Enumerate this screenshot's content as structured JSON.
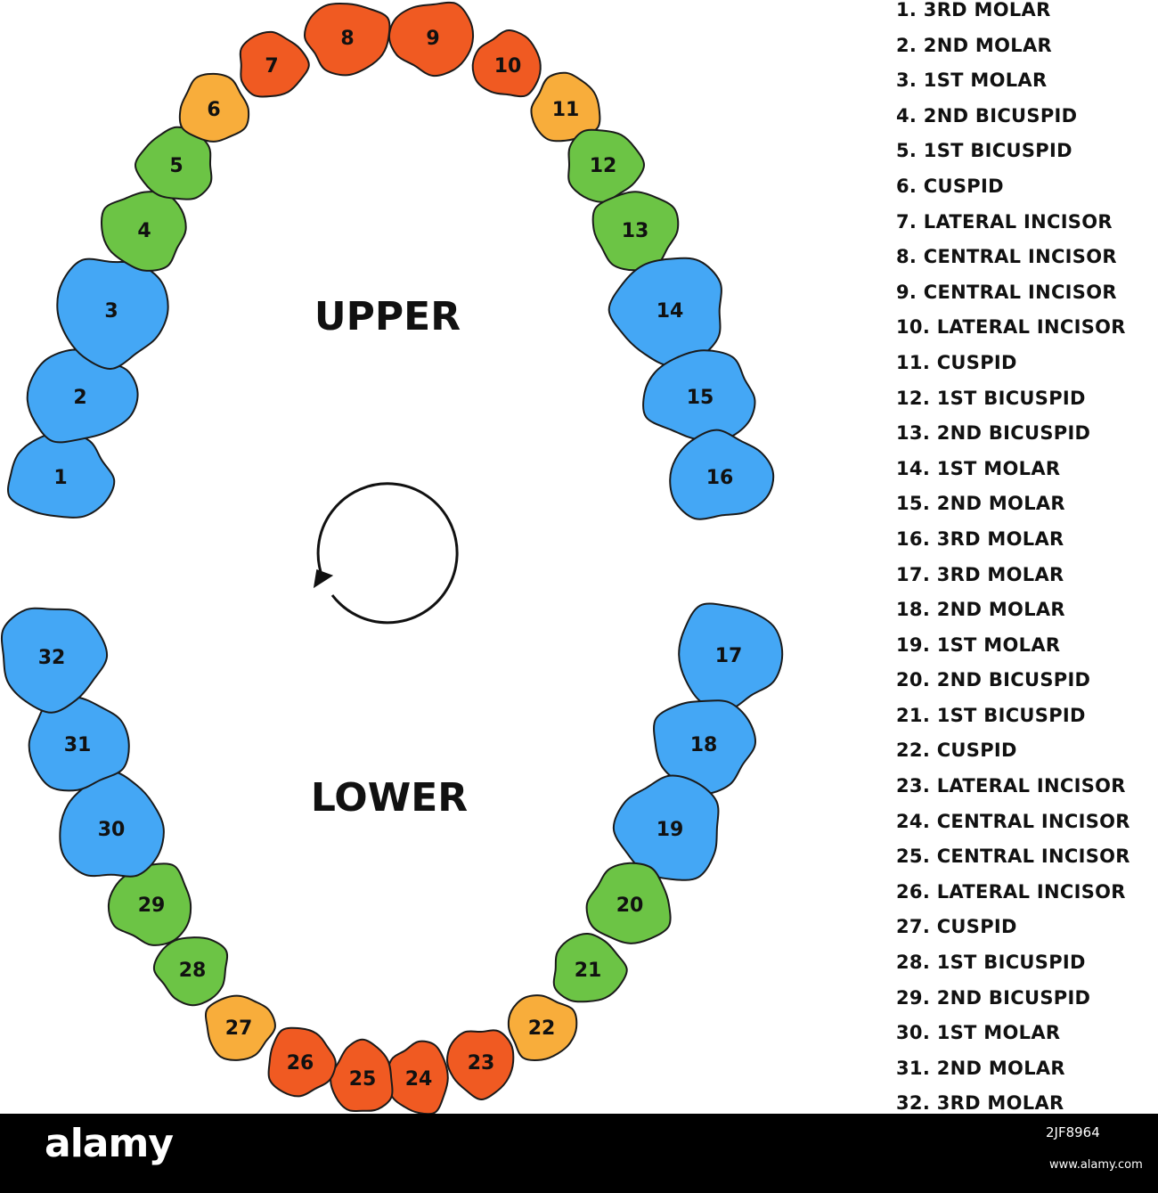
{
  "jaw_labels": {
    "upper": "UPPER",
    "lower": "LOWER"
  },
  "tooth_types": {
    "molar": "#44a7f5",
    "bicuspid": "#6cc445",
    "cuspid": "#f8ad3b",
    "incisor": "#f05a22"
  },
  "teeth": [
    {
      "n": "1",
      "type": "molar"
    },
    {
      "n": "2",
      "type": "molar"
    },
    {
      "n": "3",
      "type": "molar"
    },
    {
      "n": "4",
      "type": "bicuspid"
    },
    {
      "n": "5",
      "type": "bicuspid"
    },
    {
      "n": "6",
      "type": "cuspid"
    },
    {
      "n": "7",
      "type": "incisor"
    },
    {
      "n": "8",
      "type": "incisor"
    },
    {
      "n": "9",
      "type": "incisor"
    },
    {
      "n": "10",
      "type": "incisor"
    },
    {
      "n": "11",
      "type": "cuspid"
    },
    {
      "n": "12",
      "type": "bicuspid"
    },
    {
      "n": "13",
      "type": "bicuspid"
    },
    {
      "n": "14",
      "type": "molar"
    },
    {
      "n": "15",
      "type": "molar"
    },
    {
      "n": "16",
      "type": "molar"
    },
    {
      "n": "17",
      "type": "molar"
    },
    {
      "n": "18",
      "type": "molar"
    },
    {
      "n": "19",
      "type": "molar"
    },
    {
      "n": "20",
      "type": "bicuspid"
    },
    {
      "n": "21",
      "type": "bicuspid"
    },
    {
      "n": "22",
      "type": "cuspid"
    },
    {
      "n": "23",
      "type": "incisor"
    },
    {
      "n": "24",
      "type": "incisor"
    },
    {
      "n": "25",
      "type": "incisor"
    },
    {
      "n": "26",
      "type": "incisor"
    },
    {
      "n": "27",
      "type": "cuspid"
    },
    {
      "n": "28",
      "type": "bicuspid"
    },
    {
      "n": "29",
      "type": "bicuspid"
    },
    {
      "n": "30",
      "type": "molar"
    },
    {
      "n": "31",
      "type": "molar"
    },
    {
      "n": "32",
      "type": "molar"
    }
  ],
  "legend": [
    "1. 3RD MOLAR",
    "2. 2ND MOLAR",
    "3. 1ST MOLAR",
    "4. 2ND BICUSPID",
    "5. 1ST BICUSPID",
    "6. CUSPID",
    "7. LATERAL INCISOR",
    "8. CENTRAL INCISOR",
    "9. CENTRAL INCISOR",
    "10. LATERAL INCISOR",
    "11. CUSPID",
    "12. 1ST BICUSPID",
    "13. 2ND BICUSPID",
    "14. 1ST MOLAR",
    "15. 2ND MOLAR",
    "16. 3RD MOLAR",
    "17. 3RD MOLAR",
    "18. 2ND MOLAR",
    "19. 1ST MOLAR",
    "20. 2ND BICUSPID",
    "21. 1ST BICUSPID",
    "22. CUSPID",
    "23. LATERAL INCISOR",
    "24. CENTRAL INCISOR",
    "25. CENTRAL INCISOR",
    "26. LATERAL INCISOR",
    "27. CUSPID",
    "28. 1ST BICUSPID",
    "29. 2ND BICUSPID",
    "30. 1ST MOLAR",
    "31. 2ND MOLAR",
    "32. 3RD MOLAR"
  ],
  "footer": {
    "brand": "alamy",
    "image_id": "2JF8964",
    "site": "www.alamy.com"
  },
  "icons": {
    "rotation": "counterclockwise-arrow-icon"
  }
}
